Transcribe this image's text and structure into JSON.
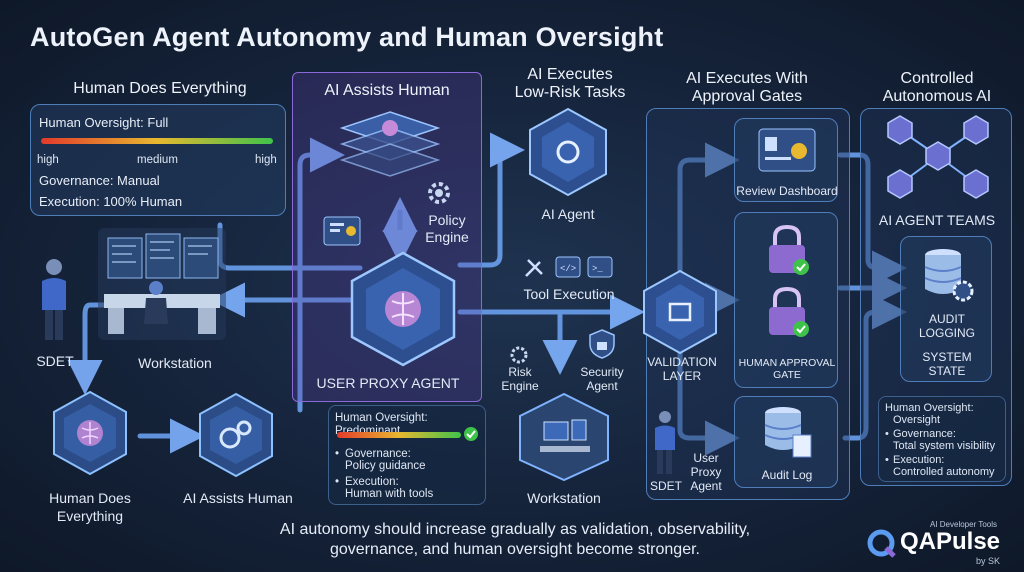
{
  "title": "AutoGen Agent Autonomy and Human Oversight",
  "stages": {
    "stage1": {
      "header": "Human Does Everything",
      "oversight_label": "Human Oversight: Full",
      "scale": [
        "high",
        "medium",
        "high"
      ],
      "governance": "Governance: Manual",
      "execution": "Execution: 100% Human"
    },
    "stage2": {
      "header": "AI Assists Human"
    },
    "stage3": {
      "header": "AI Executes Low-Risk Tasks",
      "header_line1": "AI Executes",
      "header_line2": "Low-Risk Tasks"
    },
    "stage4": {
      "header_line1": "AI Executes With",
      "header_line2": "Approval Gates"
    },
    "stage5": {
      "header_line1": "Controlled",
      "header_line2": "Autonomous AI"
    }
  },
  "nodes": {
    "sdet": "SDET",
    "workstation": "Workstation",
    "human_does_everything_line1": "Human Does",
    "human_does_everything_line2": "Everything",
    "ai_assists_human": "AI Assists Human",
    "policy_engine_line1": "Policy",
    "policy_engine_line2": "Engine",
    "user_proxy_agent": "USER PROXY AGENT",
    "ai_agent": "AI Agent",
    "tool_execution": "Tool Execution",
    "risk_engine_line1": "Risk",
    "risk_engine_line2": "Engine",
    "security_agent_line1": "Security",
    "security_agent_line2": "Agent",
    "workstation2": "Workstation",
    "validation_layer_line1": "VALIDATION",
    "validation_layer_line2": "LAYER",
    "review_dashboard": "Review Dashboard",
    "human_approval_gate_line1": "HUMAN APPROVAL",
    "human_approval_gate_line2": "GATE",
    "sdet2": "SDET",
    "user_proxy_line1": "User",
    "user_proxy_line2": "Proxy",
    "user_proxy_line3": "Agent",
    "audit_log": "Audit Log",
    "ai_agent_teams": "AI AGENT TEAMS",
    "audit_logging_line1": "AUDIT",
    "audit_logging_line2": "LOGGING",
    "system_state_line1": "SYSTEM",
    "system_state_line2": "STATE"
  },
  "oversight_boxes": {
    "predominant": {
      "label": "Human Oversight: Predominant",
      "governance_line1": "Governance:",
      "governance_line2": "Policy guidance",
      "execution_line1": "Execution:",
      "execution_line2": "Human with tools"
    },
    "oversight": {
      "label_line1": "Human Oversight:",
      "label_line2": "Oversight",
      "governance_line1": "Governance:",
      "governance_line2": "Total system visibility",
      "execution_line1": "Execution:",
      "execution_line2": "Controlled autonomy"
    }
  },
  "footer_line1": "AI autonomy should increase gradually as validation, observability,",
  "footer_line2": "governance, and human oversight become stronger.",
  "brand": {
    "tagline": "AI Developer Tools",
    "name": "QAPulse",
    "byline": "by SK"
  },
  "colors": {
    "accent_blue": "#5b9bf0",
    "accent_purple": "#8a6ad8",
    "gradient_low": "#e23a2a",
    "gradient_mid": "#e8b830",
    "gradient_high": "#3fc24a",
    "check_green": "#3fc24a"
  }
}
